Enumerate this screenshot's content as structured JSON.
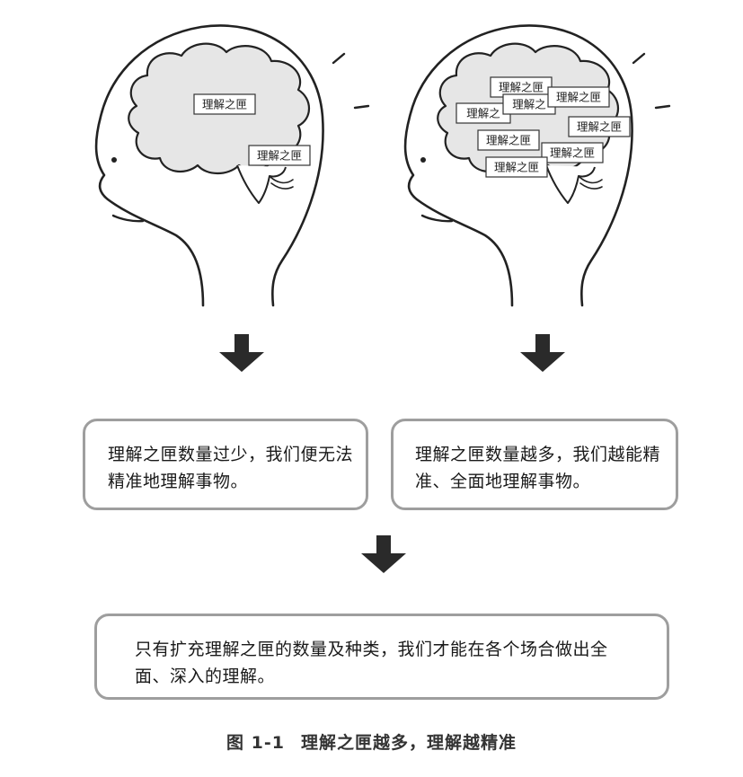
{
  "tag_label": "理解之匣",
  "tag_label_partial": "理解之",
  "arrow_icon": "down-arrow-icon",
  "border_color": "#9e9e9e",
  "text_left": "理解之匣数量过少，我们便无法精准地理解事物。",
  "text_right": "理解之匣数量越多，我们越能精准、全面地理解事物。",
  "text_bottom": "只有扩充理解之匣的数量及种类，我们才能在各个场合做出全面、深入的理解。",
  "caption_number": "图 1-1",
  "caption_title": "理解之匣越多，理解越精准"
}
